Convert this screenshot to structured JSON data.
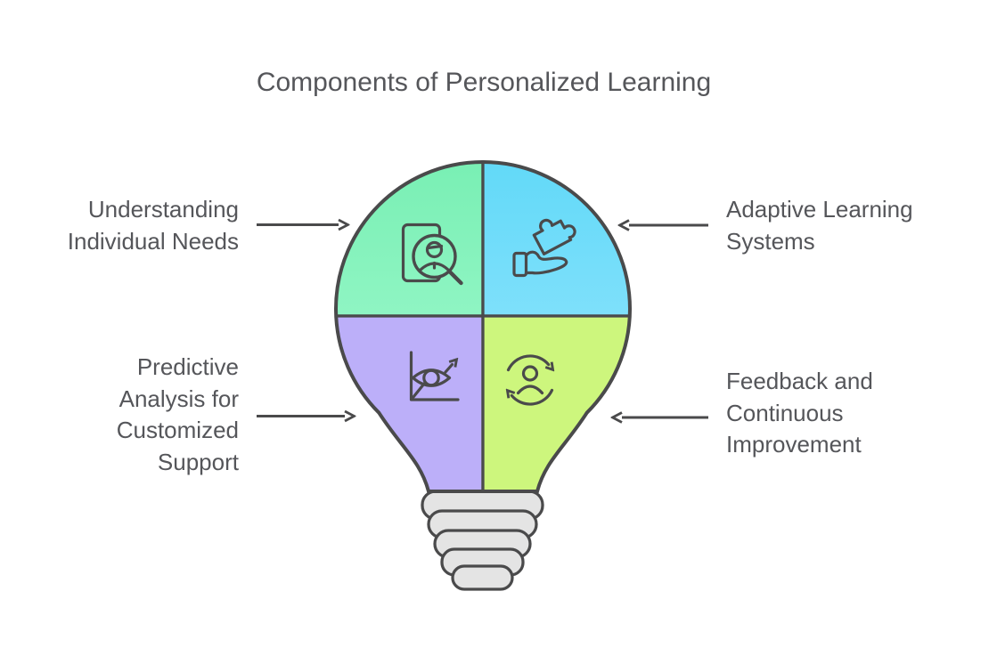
{
  "title": "Components of Personalized Learning",
  "colors": {
    "background": "#FFFFFF",
    "outline": "#4A4A4B",
    "text": "#55565A",
    "arrow": "#4A4A4B",
    "bulb_base": "#E4E4E4"
  },
  "quadrants": [
    {
      "id": "understanding-individual-needs",
      "position": "top-left",
      "color_top": "#79EFB4",
      "color_bottom": "#8FF5C3",
      "icon": "person-search-icon"
    },
    {
      "id": "adaptive-learning-systems",
      "position": "top-right",
      "color_top": "#62D9F8",
      "color_bottom": "#7EE0FB",
      "icon": "hand-puzzle-icon"
    },
    {
      "id": "predictive-analysis",
      "position": "bottom-left",
      "color": "#BCAFF9",
      "icon": "eye-trend-icon"
    },
    {
      "id": "feedback-improvement",
      "position": "bottom-right",
      "color": "#CDF67D",
      "icon": "person-refresh-icon"
    }
  ],
  "labels": [
    {
      "id": "understanding",
      "arrow_direction": "right",
      "lines": [
        "Understanding",
        "Individual Needs"
      ]
    },
    {
      "id": "adaptive",
      "arrow_direction": "left",
      "lines": [
        "Adaptive Learning",
        "Systems"
      ]
    },
    {
      "id": "predictive",
      "arrow_direction": "right",
      "lines": [
        "Predictive",
        "Analysis for",
        "Customized",
        "Support"
      ]
    },
    {
      "id": "feedback",
      "arrow_direction": "left",
      "lines": [
        "Feedback and",
        "Continuous",
        "Improvement"
      ]
    }
  ]
}
